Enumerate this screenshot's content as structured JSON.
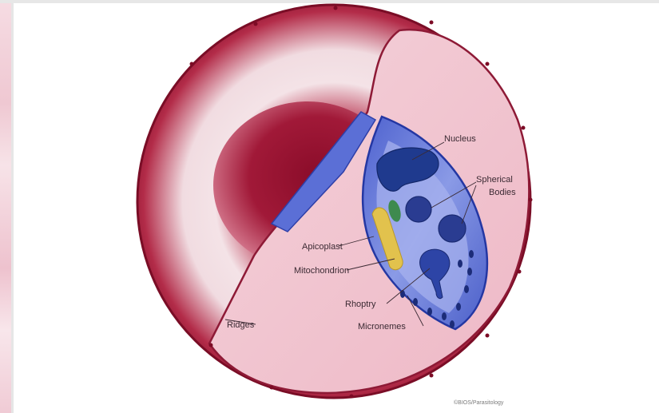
{
  "labels": {
    "nucleus": "Nucleus",
    "spherical_bodies_line1": "Spherical",
    "spherical_bodies_line2": "Bodies",
    "apicoplast": "Apicoplast",
    "mitochondrion": "Mitochondrion",
    "rhoptry": "Rhoptry",
    "micronemes": "Micronemes",
    "ridges": "Ridges"
  },
  "credit": "©BIOS/Parasitology",
  "colors": {
    "rbc_dark": "#8e0f2c",
    "rbc_mid": "#c3425e",
    "rbc_light": "#f3dbe1",
    "cut_surface": "#f1c4cf",
    "parasite_fill": "#6f82dc",
    "parasite_edge": "#2e3fa8",
    "nucleus": "#233a8c",
    "apicoplast": "#e2c24d",
    "mitochondrion_green": "#3e8a4f",
    "label_text": "#3b2a33"
  }
}
